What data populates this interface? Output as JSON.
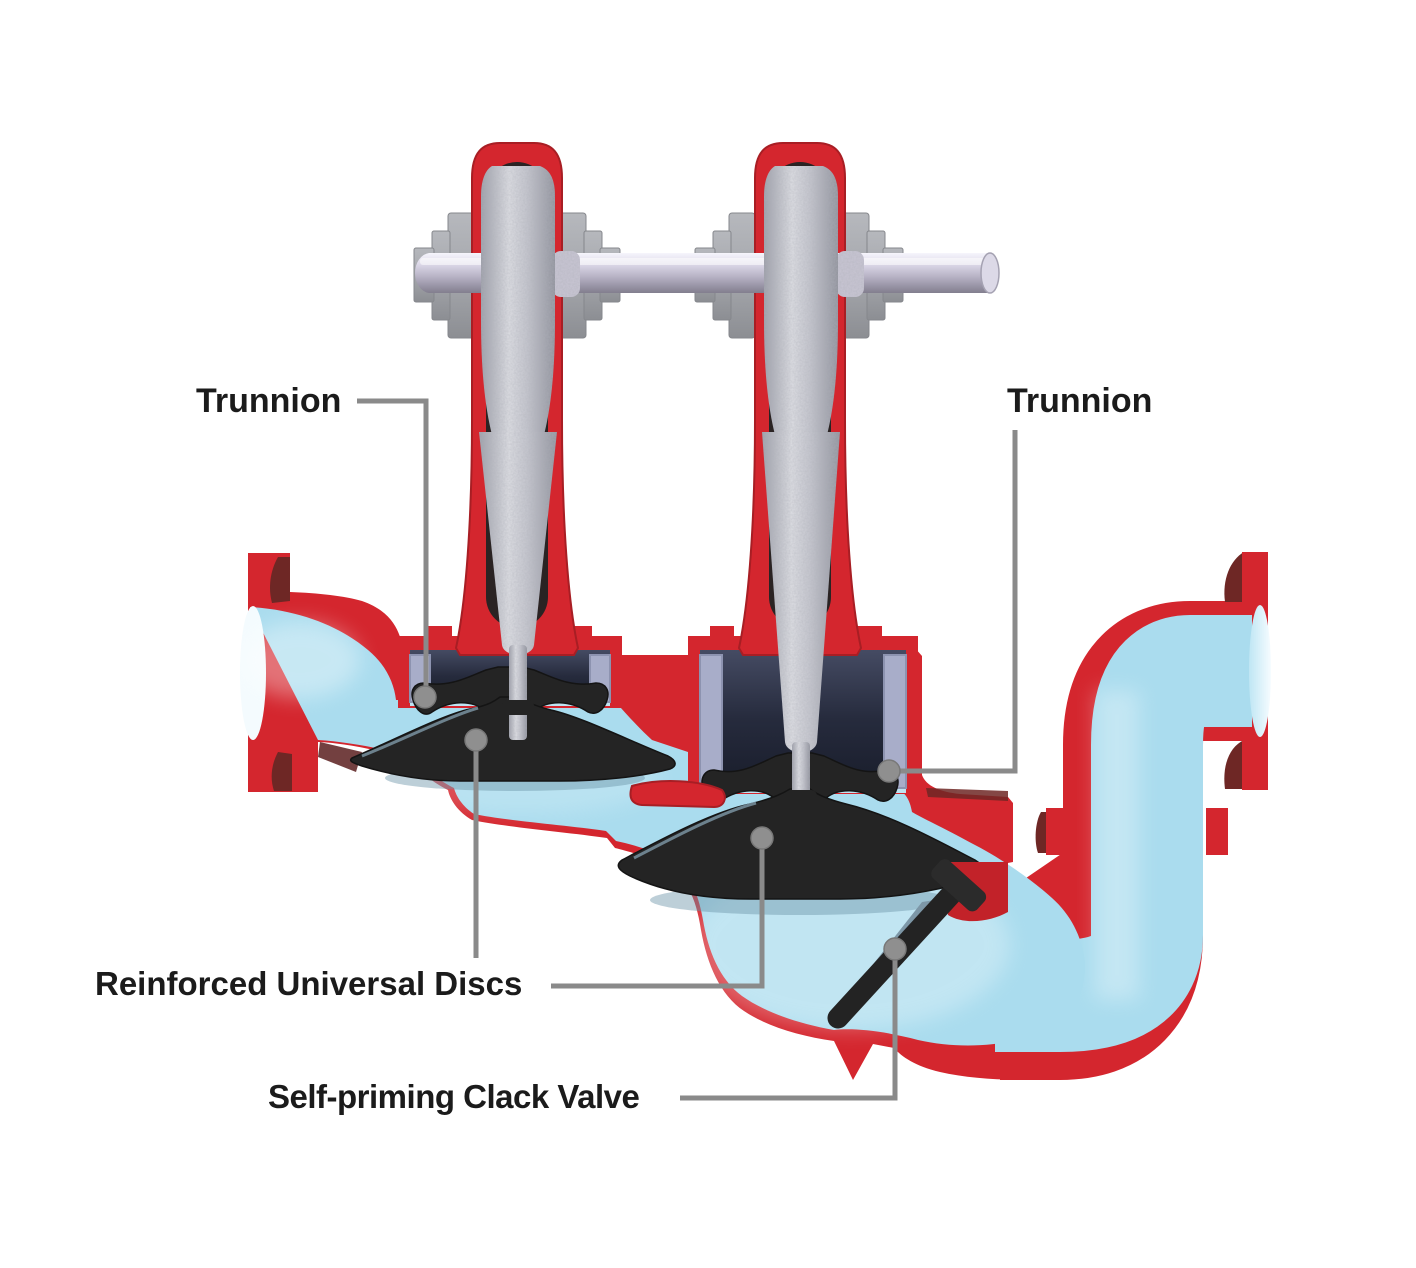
{
  "figure": {
    "type": "cutaway-technical-illustration",
    "subject": "Double-disc self-priming valve chest cross-section with swan-neck outlet"
  },
  "labels": {
    "trunnion_left": {
      "text": "Trunnion"
    },
    "trunnion_right": {
      "text": "Trunnion"
    },
    "reinforced_universal_discs": {
      "text": "Reinforced Universal Discs"
    },
    "self_priming_clack_valve": {
      "text": "Self-priming Clack Valve"
    }
  },
  "components": [
    "inlet-flange",
    "valve-body",
    "left-valve-chamber",
    "right-valve-chamber",
    "valve-seats",
    "reinforced-universal-discs",
    "valve-stems",
    "rocker-shaft",
    "shaft-yokes",
    "gland-blocks",
    "priming-sump",
    "self-priming-clack-valve",
    "swan-neck-outlet-pipe",
    "outlet-flange"
  ],
  "palette": {
    "body_red": "#d4262e",
    "body_red_dark": "#a81e24",
    "flange_maroon": "#6e2725",
    "water_blue": "#aadcee",
    "water_blue_light": "#eaf7fd",
    "cavity_navy": "#232838",
    "seat_lavender": "#a8adc9",
    "rubber_black": "#242424",
    "metal_gray": "#c3c5cd",
    "gland_gray": "#a6a8ad",
    "leader_gray": "#8a8a8a",
    "label_text": "#1b1b1b"
  }
}
